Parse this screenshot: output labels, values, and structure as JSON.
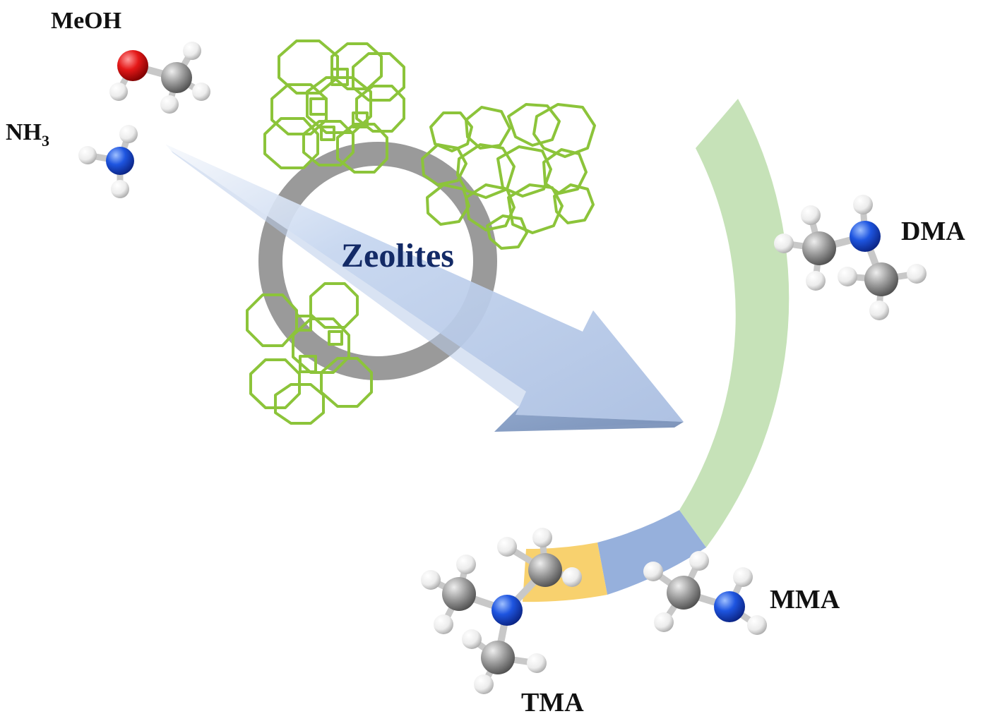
{
  "labels": {
    "meoh": "MeOH",
    "nh3_main": "NH",
    "nh3_sub": "3",
    "zeolites": "Zeolites",
    "dma": "DMA",
    "mma": "MMA",
    "tma": "TMA"
  },
  "colors": {
    "arc_dma": "#c6e2b8",
    "arc_mma": "#96b0dc",
    "arc_tma": "#f8d16e",
    "ring": "#9a9a9a",
    "arrow": "#b9ccea",
    "framework": "#8cc43a",
    "atom_O": "#e01010",
    "atom_N": "#1e4fd8",
    "atom_C": "#9a9a9a",
    "atom_H": "#f4f4f4"
  }
}
